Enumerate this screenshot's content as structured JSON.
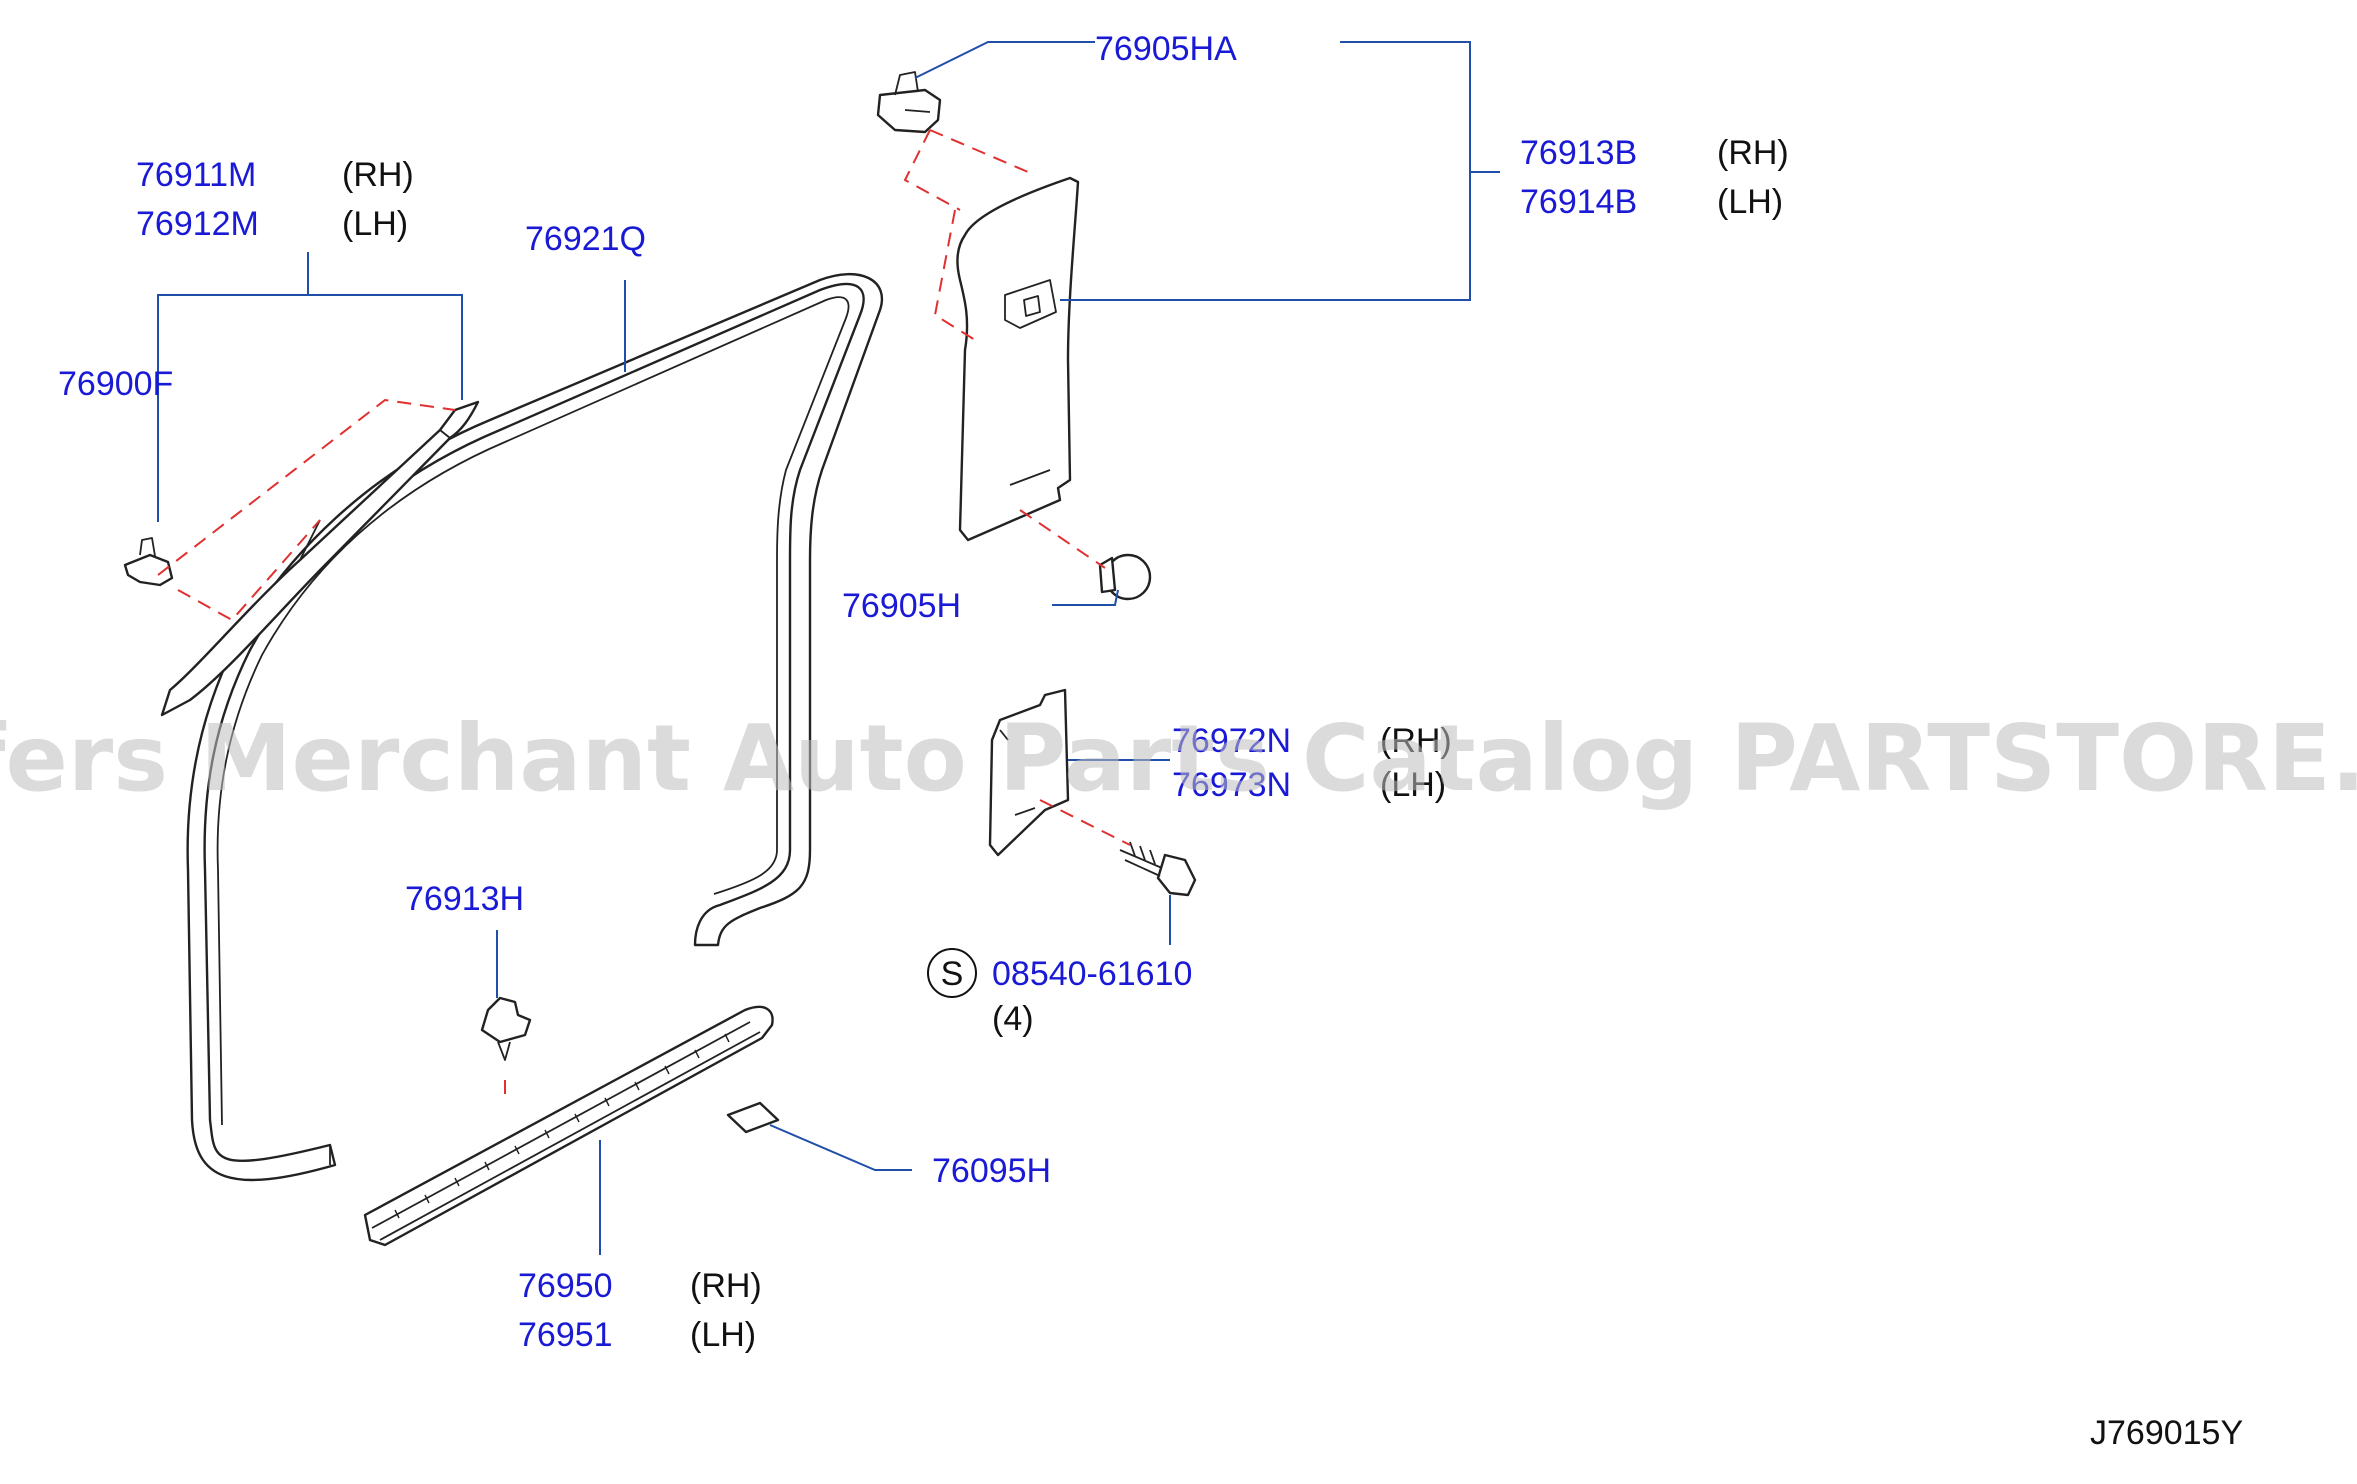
{
  "labels": {
    "p76905HA": "76905HA",
    "p76913B": "76913B",
    "p76914B": "76914B",
    "p76911M": "76911M",
    "p76912M": "76912M",
    "p76921Q": "76921Q",
    "p76900F": "76900F",
    "p76905H": "76905H",
    "p76972N": "76972N",
    "p76973N": "76973N",
    "p76913H": "76913H",
    "p08540": "08540-61610",
    "qty": "(4)",
    "p76095H": "76095H",
    "p76950": "76950",
    "p76951": "76951",
    "rh": "(RH)",
    "lh": "(LH)",
    "s_symbol": "S",
    "diagram_code": "J769015Y"
  },
  "watermark": "Offers Merchant Auto Parts Catalog PARTSTORE.SA",
  "colors": {
    "part_number": "#1a1ad6",
    "leader_line": "#1f4fa8",
    "dashed_guide": "#e03030",
    "outline": "#222222"
  }
}
